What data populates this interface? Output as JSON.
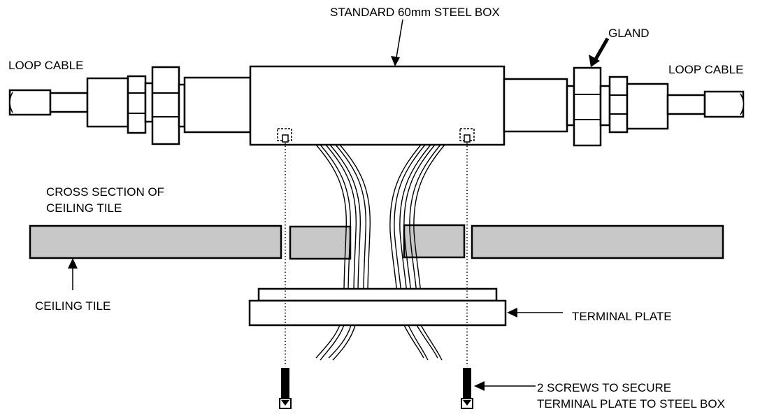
{
  "labels": {
    "steel_box": "STANDARD 60mm STEEL BOX",
    "gland": "GLAND",
    "loop_cable_left": "LOOP CABLE",
    "loop_cable_right": "LOOP CABLE",
    "cross_section_line1": "CROSS SECTION OF",
    "cross_section_line2": "CEILING TILE",
    "ceiling_tile": "CEILING TILE",
    "terminal_plate": "TERMINAL PLATE",
    "screws_line1": "2 SCREWS TO SECURE",
    "screws_line2": "TERMINAL PLATE TO STEEL BOX"
  },
  "colors": {
    "tile_fill": "#c8c8c8",
    "line": "#000000",
    "background": "#ffffff"
  }
}
